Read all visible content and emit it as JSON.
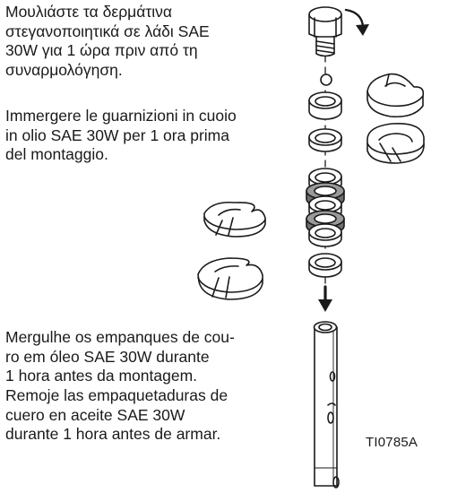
{
  "instructions": {
    "greek": [
      "Μουλιάστε τα δερμάτινα",
      "στεγανοποιητικά σε λάδι SAE",
      "30W για 1 ώρα πριν από τη",
      "συναρμολόγηση."
    ],
    "italian": [
      "Immergere le guarnizioni in cuoio",
      "in olio SAE 30W per 1 ora prima",
      "del montaggio."
    ],
    "portuguese": [
      "Mergulhe os empanques de cou-",
      "ro em óleo SAE 30W durante",
      "1 hora antes da montagem."
    ],
    "spanish": [
      "Remoje las empaquetaduras de",
      "cuero en aceite SAE 30W",
      "durante 1 hora antes de armar."
    ]
  },
  "figure": {
    "id": "TI0785A"
  }
}
